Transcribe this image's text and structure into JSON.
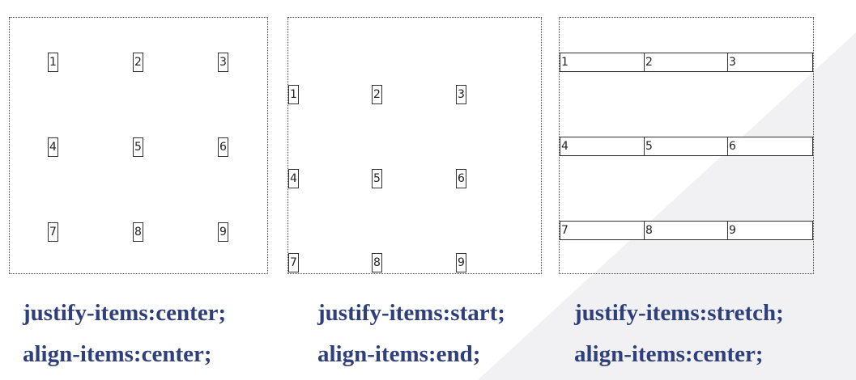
{
  "examples": [
    {
      "items": [
        "1",
        "2",
        "3",
        "4",
        "5",
        "6",
        "7",
        "8",
        "9"
      ],
      "caption_justify": "justify-items:center;",
      "caption_align": "align-items:center;"
    },
    {
      "items": [
        "1",
        "2",
        "3",
        "4",
        "5",
        "6",
        "7",
        "8",
        "9"
      ],
      "caption_justify": "justify-items:start;",
      "caption_align": "align-items:end;"
    },
    {
      "items": [
        "1",
        "2",
        "3",
        "4",
        "5",
        "6",
        "7",
        "8",
        "9"
      ],
      "caption_justify": "justify-items:stretch;",
      "caption_align": "align-items:center;"
    }
  ]
}
